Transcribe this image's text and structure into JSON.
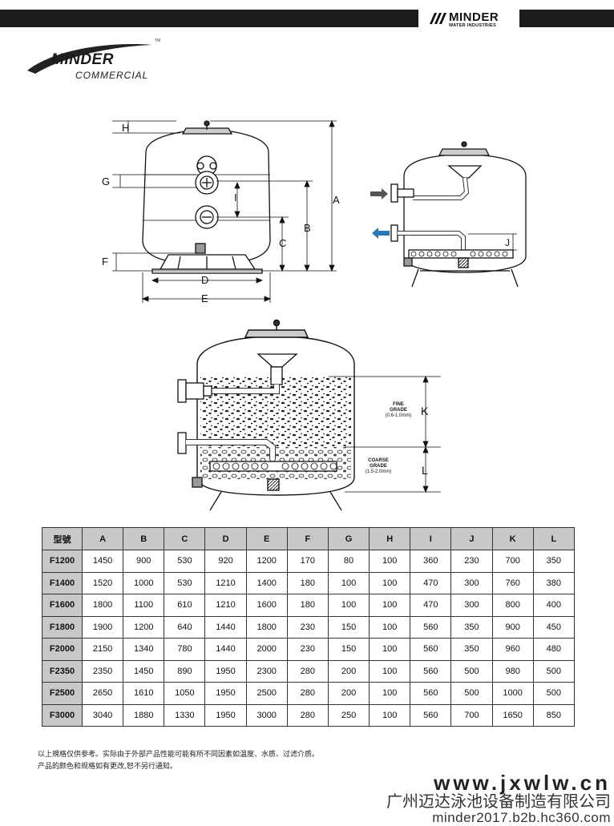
{
  "header": {
    "brand_name": "MINDER",
    "brand_sub": "WATER INDUSTRIES"
  },
  "logo": {
    "name": "MINDER",
    "sub": "COMMERCIAL",
    "tm": "TM"
  },
  "dimension_labels": {
    "A": "A",
    "B": "B",
    "C": "C",
    "D": "D",
    "E": "E",
    "F": "F",
    "G": "G",
    "H": "H",
    "I": "I",
    "J": "J",
    "K": "K",
    "L": "L"
  },
  "media_labels": {
    "fine_line1": "FINE",
    "fine_line2": "GRADE",
    "fine_line3": "(0.6-1.0mm)",
    "coarse_line1": "COARSE",
    "coarse_line2": "GRADE",
    "coarse_line3": "(1.5-2.0mm)"
  },
  "table": {
    "headers": [
      "型號",
      "A",
      "B",
      "C",
      "D",
      "E",
      "F",
      "G",
      "H",
      "I",
      "J",
      "K",
      "L"
    ],
    "rows": [
      [
        "F1200",
        "1450",
        "900",
        "530",
        "920",
        "1200",
        "170",
        "80",
        "100",
        "360",
        "230",
        "700",
        "350"
      ],
      [
        "F1400",
        "1520",
        "1000",
        "530",
        "1210",
        "1400",
        "180",
        "100",
        "100",
        "470",
        "300",
        "760",
        "380"
      ],
      [
        "F1600",
        "1800",
        "1100",
        "610",
        "1210",
        "1600",
        "180",
        "100",
        "100",
        "470",
        "300",
        "800",
        "400"
      ],
      [
        "F1800",
        "1900",
        "1200",
        "640",
        "1440",
        "1800",
        "230",
        "150",
        "100",
        "560",
        "350",
        "900",
        "450"
      ],
      [
        "F2000",
        "2150",
        "1340",
        "780",
        "1440",
        "2000",
        "230",
        "150",
        "100",
        "560",
        "350",
        "960",
        "480"
      ],
      [
        "F2350",
        "2350",
        "1450",
        "890",
        "1950",
        "2300",
        "280",
        "200",
        "100",
        "560",
        "500",
        "980",
        "500"
      ],
      [
        "F2500",
        "2650",
        "1610",
        "1050",
        "1950",
        "2500",
        "280",
        "200",
        "100",
        "560",
        "500",
        "1000",
        "500"
      ],
      [
        "F3000",
        "3040",
        "1880",
        "1330",
        "1950",
        "3000",
        "280",
        "250",
        "100",
        "560",
        "700",
        "1650",
        "850"
      ]
    ]
  },
  "notes": {
    "line1": "以上規格仅供参考。实际由于外部产品性能可能有所不同因素如温度、水质、过滤介质。",
    "line2": "产品的颜色和规格如有更改,恕不另行通知。"
  },
  "watermark": {
    "url": "www.jxwlw.cn",
    "company": "广州迈达泳池设备制造有限公司",
    "url2": "minder2017.b2b.hc360.com"
  }
}
